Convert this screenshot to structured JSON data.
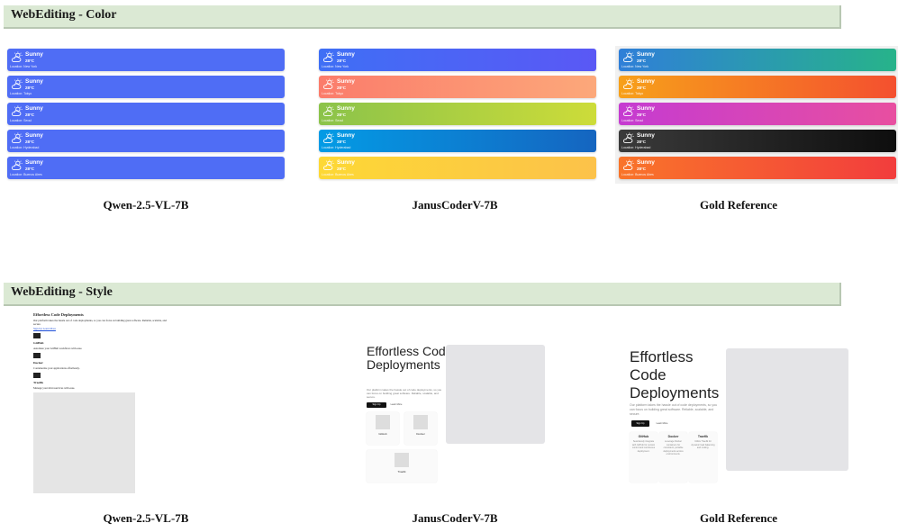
{
  "sections": [
    {
      "title": "WebEditing - Color"
    },
    {
      "title": "WebEditing - Style"
    }
  ],
  "captions": [
    "Qwen-2.5-VL-7B",
    "JanusCoderV-7B",
    "Gold Reference"
  ],
  "weather": {
    "condition": "Sunny",
    "temp": "28°C",
    "icon": "sun-cloud-icon",
    "locations": [
      "Location: New York",
      "Location: Tokyo",
      "Location: Seoul",
      "Location: Hyderabad",
      "Location: Buenos Aires"
    ],
    "colors": {
      "qwen": [
        "#4f6df5",
        "#4f6df5",
        "#4f6df5",
        "#4f6df5",
        "#4f6df5"
      ],
      "janus": [
        "#4f6df5",
        "#fb8c6b",
        "#9ccc3b",
        "#1976d2",
        "#fdd040"
      ],
      "gold": [
        "#2aa198",
        "#f57c00",
        "#cc3fc0",
        "#2b2b2b",
        "#f4503a"
      ]
    }
  },
  "style_demo": {
    "title": "Effortless Code Deployments",
    "description": "Our platform takes the hassle out of code deployments, so you can focus on building great software. Reliable, scalable, and secure.",
    "sign_up": "Sign Up",
    "learn_more": "Learn More",
    "features": [
      {
        "name": "GitHub",
        "desc": "Seamlessly integrate with GitHub for version control and continuous deployment."
      },
      {
        "name": "Docker",
        "desc": "Leverage Docker containers for consistent, portable deployments across environments."
      },
      {
        "name": "Traefik",
        "desc": "Utilize Traefik for dynamic load balancing and routing."
      }
    ],
    "qwen_text": {
      "title": "Effortless Code Deployments",
      "desc": "Our platform takes the hassle out of code deployments, so you can focus on building great software. Reliable, scalable, and secure.",
      "link": "Sign Up  Learn More",
      "github": "GitHub",
      "github_desc": "Automate your GitHub workflows with ease.",
      "docker": "Docker",
      "docker_desc": "Containerize your applications effortlessly.",
      "traefik": "Traefik",
      "traefik_desc": "Manage your microservices with ease."
    }
  }
}
